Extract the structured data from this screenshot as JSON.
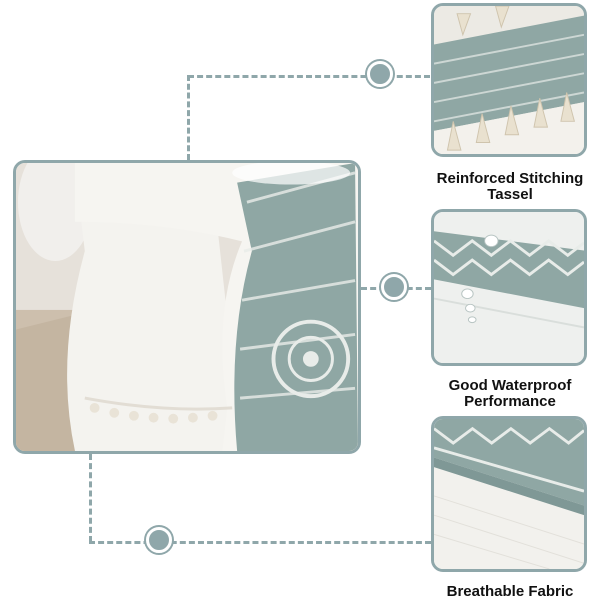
{
  "features": [
    {
      "label": "Reinforced Stitching\nTassel",
      "icon": "tassel-closeup-photo"
    },
    {
      "label": "Good Waterproof\nPerformance",
      "icon": "water-drops-closeup-photo"
    },
    {
      "label": "Breathable Fabric",
      "icon": "fabric-weave-closeup-photo"
    }
  ],
  "main_image": {
    "icon": "tablecloth-product-photo"
  },
  "colors": {
    "accent": "#8fa7aa",
    "fabric_white": "#f4f3ef",
    "pattern_sage": "#7f9a98",
    "floor_wood": "#c8b9a6"
  }
}
